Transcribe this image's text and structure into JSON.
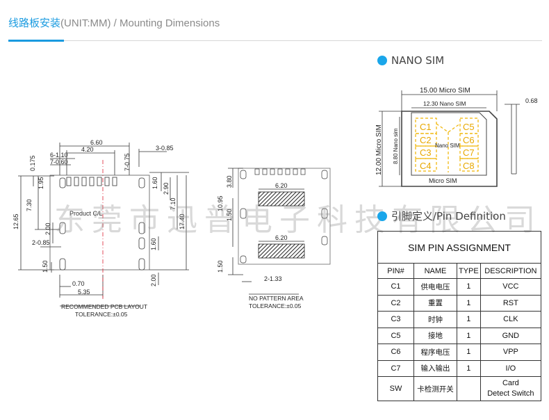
{
  "header": {
    "title_cn": "线路板安装",
    "title_unit": "(UNIT:MM)",
    "title_en": " / Mounting Dimensions"
  },
  "watermark": "东莞市迅普电子科技有限公司",
  "pcb_layout": {
    "label_line1": "RECOMMENDED PCB LAYOUT",
    "label_line2": "TOLERANCE:±0.05",
    "product_label": "Product C/L",
    "dims": {
      "top_660": "6.60",
      "top_420": "4.20",
      "pitch_6x110": "6-1.10",
      "pad_7x060": "7-0.60",
      "v_0175": "0.175",
      "v_195": "1.95",
      "v_730": "7.30",
      "h_3x085": "3-0.85",
      "v_7x075": "7-0.75",
      "v_160a": "1.60",
      "v_290": "2.90",
      "v_710": "7.10",
      "v_1265": "12.65",
      "v_1740": "17.40",
      "v_200a": "2.00",
      "h_2x085": "2-0.85",
      "v_160b": "1.60",
      "v_150": "1.50",
      "v_200b": "2.00",
      "h_070": "0.70",
      "h_535": "5.35"
    }
  },
  "no_pattern": {
    "label_line1": "NO PATTERN AREA",
    "label_line2": "TOLERANCE:±0.05",
    "dims": {
      "v_380": "3.80",
      "h_620a": "6.20",
      "v_1095": "10.95",
      "v_150a": "1.50",
      "h_620b": "6.20",
      "v_150b": "1.50",
      "h_2x133": "2-1.33"
    }
  },
  "nano_sim": {
    "heading": "NANO SIM",
    "dims": {
      "micro_width": "15.00 Micro SIM",
      "nano_width": "12.30 Nano SIM",
      "thickness": "0.68",
      "micro_height": "12.00 Micro SIM",
      "nano_height": "8.80 Nano sim"
    },
    "inner_label_nano": "Nano SIM",
    "inner_label_micro": "Micro SIM",
    "contacts": [
      "C1",
      "C5",
      "C2",
      "C6",
      "C3",
      "C7",
      "C4",
      "C8"
    ],
    "colors": {
      "contact_outline": "#f0b400",
      "contact_text": "#e8a800"
    }
  },
  "pin_definition": {
    "heading": "引脚定义/Pin Definition",
    "table": {
      "caption": "SIM PIN ASSIGNMENT",
      "headers": [
        "PIN#",
        "NAME",
        "TYPE",
        "DESCRIPTION"
      ],
      "rows": [
        {
          "pin": "C1",
          "name": "供电电压",
          "type": "1",
          "desc": "VCC"
        },
        {
          "pin": "C2",
          "name": "重置",
          "type": "1",
          "desc": "RST"
        },
        {
          "pin": "C3",
          "name": "时钟",
          "type": "1",
          "desc": "CLK"
        },
        {
          "pin": "C5",
          "name": "接地",
          "type": "1",
          "desc": "GND"
        },
        {
          "pin": "C6",
          "name": "程序电压",
          "type": "1",
          "desc": "VPP"
        },
        {
          "pin": "C7",
          "name": "输入输出",
          "type": "1",
          "desc": "I/O"
        },
        {
          "pin": "SW",
          "name": "卡检测开关",
          "type": "",
          "desc_line1": "Card",
          "desc_line2": "Detect Switch"
        }
      ]
    }
  },
  "colors": {
    "accent": "#1a9be0",
    "dot": "#1aa6ea"
  }
}
